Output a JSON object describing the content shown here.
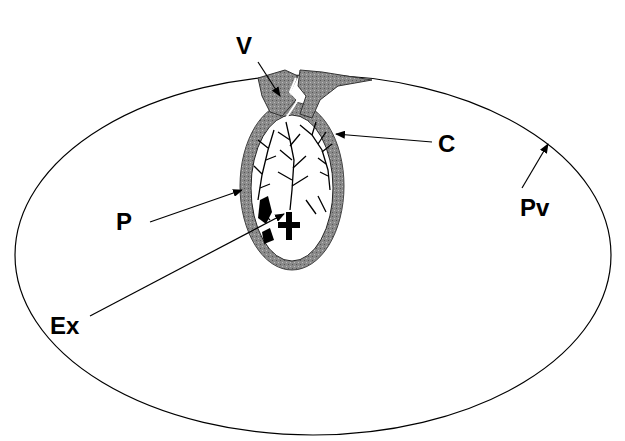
{
  "diagram": {
    "labels": [
      "V",
      "C",
      "P",
      "Pv",
      "Ex"
    ]
  }
}
